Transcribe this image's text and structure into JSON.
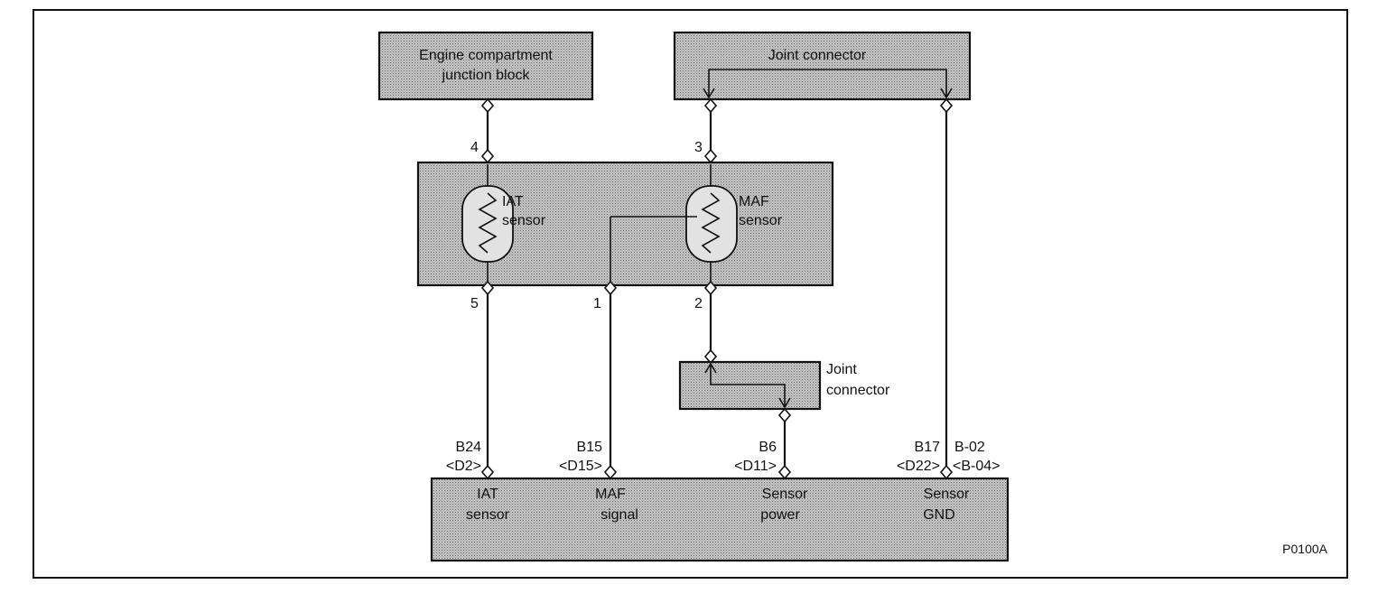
{
  "blocks": {
    "junction_block": {
      "line1": "Engine compartment",
      "line2": "junction block"
    },
    "joint_connector_top": {
      "label": "Joint connector"
    },
    "joint_connector_mid": {
      "line1": "Joint",
      "line2": "connector"
    },
    "iat_sensor": {
      "line1": "IAT",
      "line2": "sensor"
    },
    "maf_sensor": {
      "line1": "MAF",
      "line2": "sensor"
    }
  },
  "pins": {
    "p4": "4",
    "p3": "3",
    "p5": "5",
    "p1": "1",
    "p2": "2"
  },
  "ecm": {
    "terminals": [
      {
        "code": "B24",
        "alt": "<D2>"
      },
      {
        "code": "B15",
        "alt": "<D15>"
      },
      {
        "code": "B6",
        "alt": "<D11>"
      },
      {
        "code": "B17",
        "alt": "<D22>"
      },
      {
        "code": "B-02",
        "alt": "<B-04>"
      }
    ],
    "labels": [
      {
        "line1": "IAT",
        "line2": "sensor"
      },
      {
        "line1": "MAF",
        "line2": "signal"
      },
      {
        "line1": "Sensor",
        "line2": "power"
      },
      {
        "line1": "Sensor",
        "line2": "GND"
      }
    ]
  },
  "figure_code": "P0100A"
}
